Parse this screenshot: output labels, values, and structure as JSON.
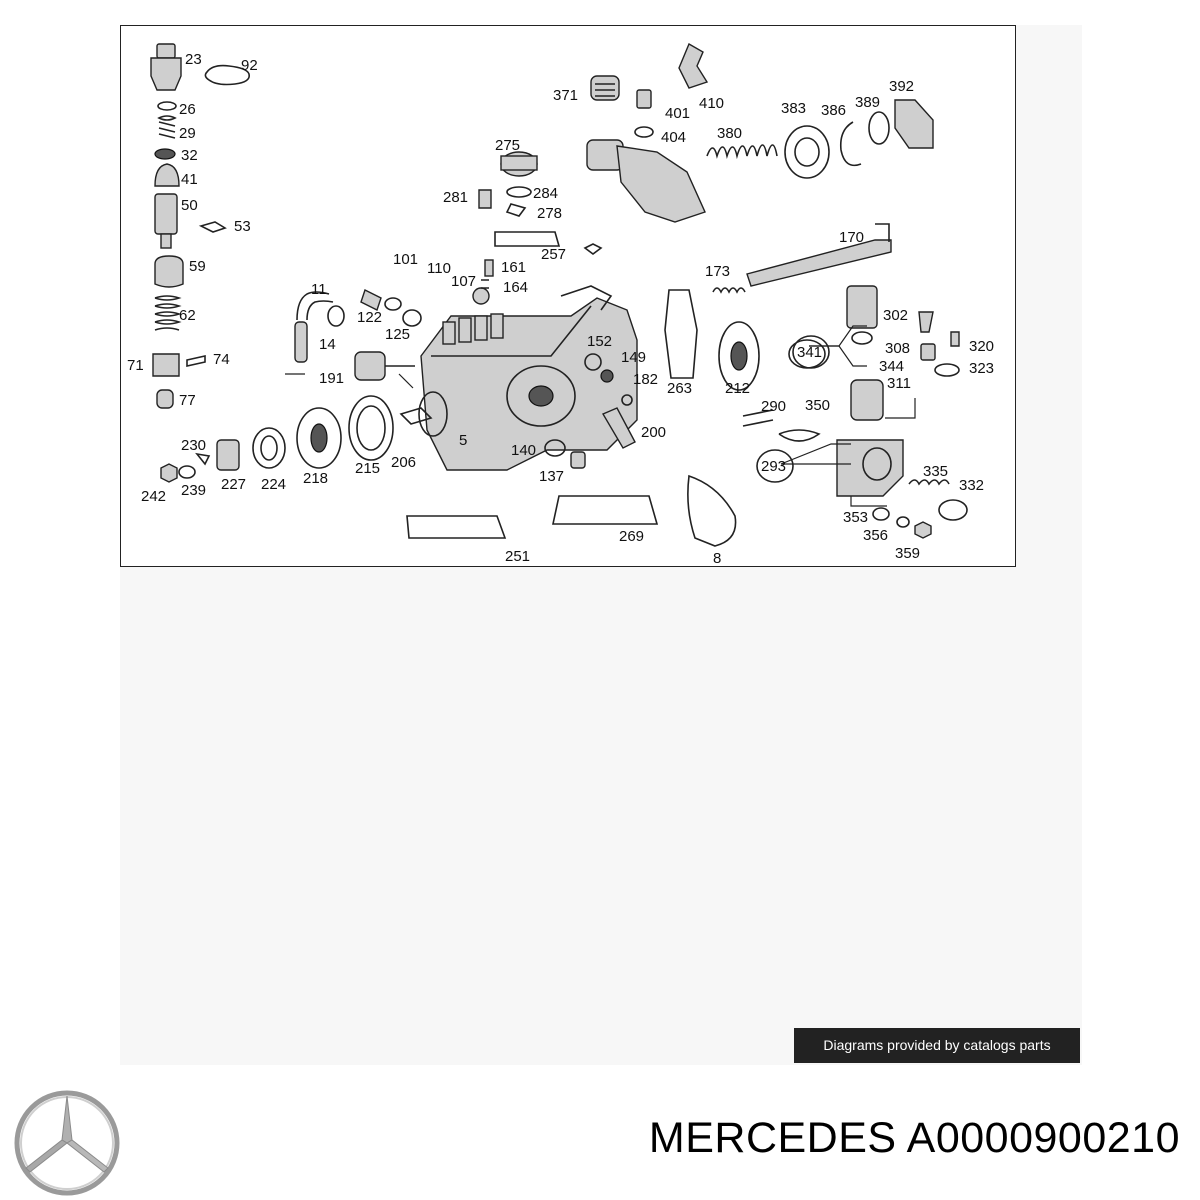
{
  "diagram": {
    "part_labels": [
      {
        "id": "23",
        "text": "23"
      },
      {
        "id": "92",
        "text": "92"
      },
      {
        "id": "26",
        "text": "26"
      },
      {
        "id": "29",
        "text": "29"
      },
      {
        "id": "32",
        "text": "32"
      },
      {
        "id": "41",
        "text": "41"
      },
      {
        "id": "50",
        "text": "50"
      },
      {
        "id": "53",
        "text": "53"
      },
      {
        "id": "59",
        "text": "59"
      },
      {
        "id": "62",
        "text": "62"
      },
      {
        "id": "71",
        "text": "71"
      },
      {
        "id": "74",
        "text": "74"
      },
      {
        "id": "77",
        "text": "77"
      },
      {
        "id": "11",
        "text": "11"
      },
      {
        "id": "14",
        "text": "14"
      },
      {
        "id": "122",
        "text": "122"
      },
      {
        "id": "125",
        "text": "125"
      },
      {
        "id": "191",
        "text": "191"
      },
      {
        "id": "101",
        "text": "101"
      },
      {
        "id": "110",
        "text": "110"
      },
      {
        "id": "107",
        "text": "107"
      },
      {
        "id": "161",
        "text": "161"
      },
      {
        "id": "164",
        "text": "164"
      },
      {
        "id": "281",
        "text": "281"
      },
      {
        "id": "275",
        "text": "275"
      },
      {
        "id": "284",
        "text": "284"
      },
      {
        "id": "278",
        "text": "278"
      },
      {
        "id": "257",
        "text": "257"
      },
      {
        "id": "371",
        "text": "371"
      },
      {
        "id": "401",
        "text": "401"
      },
      {
        "id": "404",
        "text": "404"
      },
      {
        "id": "410",
        "text": "410"
      },
      {
        "id": "380",
        "text": "380"
      },
      {
        "id": "383",
        "text": "383"
      },
      {
        "id": "386",
        "text": "386"
      },
      {
        "id": "389",
        "text": "389"
      },
      {
        "id": "392",
        "text": "392"
      },
      {
        "id": "170",
        "text": "170"
      },
      {
        "id": "173",
        "text": "173"
      },
      {
        "id": "152",
        "text": "152"
      },
      {
        "id": "149",
        "text": "149"
      },
      {
        "id": "182",
        "text": "182"
      },
      {
        "id": "263",
        "text": "263"
      },
      {
        "id": "212",
        "text": "212"
      },
      {
        "id": "302",
        "text": "302"
      },
      {
        "id": "341",
        "text": "341"
      },
      {
        "id": "308",
        "text": "308"
      },
      {
        "id": "320",
        "text": "320"
      },
      {
        "id": "344",
        "text": "344"
      },
      {
        "id": "323",
        "text": "323"
      },
      {
        "id": "311",
        "text": "311"
      },
      {
        "id": "290",
        "text": "290"
      },
      {
        "id": "350",
        "text": "350"
      },
      {
        "id": "293",
        "text": "293"
      },
      {
        "id": "335",
        "text": "335"
      },
      {
        "id": "332",
        "text": "332"
      },
      {
        "id": "353",
        "text": "353"
      },
      {
        "id": "356",
        "text": "356"
      },
      {
        "id": "359",
        "text": "359"
      },
      {
        "id": "230",
        "text": "230"
      },
      {
        "id": "242",
        "text": "242"
      },
      {
        "id": "239",
        "text": "239"
      },
      {
        "id": "227",
        "text": "227"
      },
      {
        "id": "224",
        "text": "224"
      },
      {
        "id": "218",
        "text": "218"
      },
      {
        "id": "215",
        "text": "215"
      },
      {
        "id": "206",
        "text": "206"
      },
      {
        "id": "5",
        "text": "5"
      },
      {
        "id": "140",
        "text": "140"
      },
      {
        "id": "137",
        "text": "137"
      },
      {
        "id": "200",
        "text": "200"
      },
      {
        "id": "251",
        "text": "251"
      },
      {
        "id": "269",
        "text": "269"
      },
      {
        "id": "8",
        "text": "8"
      }
    ]
  },
  "credit": {
    "text": "Diagrams provided by catalogs parts"
  },
  "brand": {
    "name": "MERCEDES",
    "part_number": "A0000900210"
  }
}
